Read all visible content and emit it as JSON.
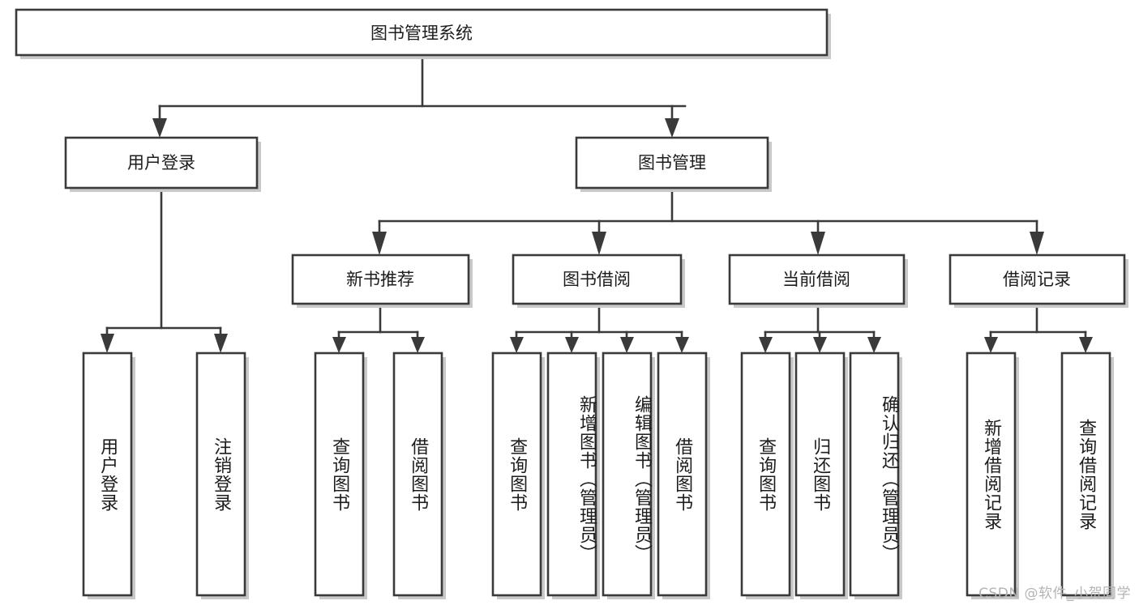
{
  "diagram": {
    "type": "tree-hierarchy",
    "title": "图书管理系统",
    "levels": 4,
    "colors": {
      "box_fill": "#ffffff",
      "box_stroke": "#3a3a3a",
      "text": "#1c1c1c",
      "shadow": "#c9c9c9",
      "watermark": "#b4b4b4",
      "background": "#ffffff"
    },
    "root": {
      "label": "图书管理系统"
    },
    "level2": [
      {
        "label": "用户登录"
      },
      {
        "label": "图书管理"
      }
    ],
    "level3": [
      {
        "label": "新书推荐"
      },
      {
        "label": "图书借阅"
      },
      {
        "label": "当前借阅"
      },
      {
        "label": "借阅记录"
      }
    ],
    "leaves": {
      "user_login": [
        {
          "label": "用户登录"
        },
        {
          "label": "注销登录"
        }
      ],
      "new_book_recommend": [
        {
          "label": "查询图书"
        },
        {
          "label": "借阅图书"
        }
      ],
      "book_borrow": [
        {
          "label": "查询图书"
        },
        {
          "label": "新增图书（管理员）"
        },
        {
          "label": "编辑图书（管理员）"
        },
        {
          "label": "借阅图书"
        }
      ],
      "current_borrow": [
        {
          "label": "查询图书"
        },
        {
          "label": "归还图书"
        },
        {
          "label": "确认归还（管理员）"
        }
      ],
      "borrow_record": [
        {
          "label": "新增借阅记录"
        },
        {
          "label": "查询借阅记录"
        }
      ]
    }
  },
  "watermark": {
    "text": "CSDN @软件_小贺同学"
  }
}
